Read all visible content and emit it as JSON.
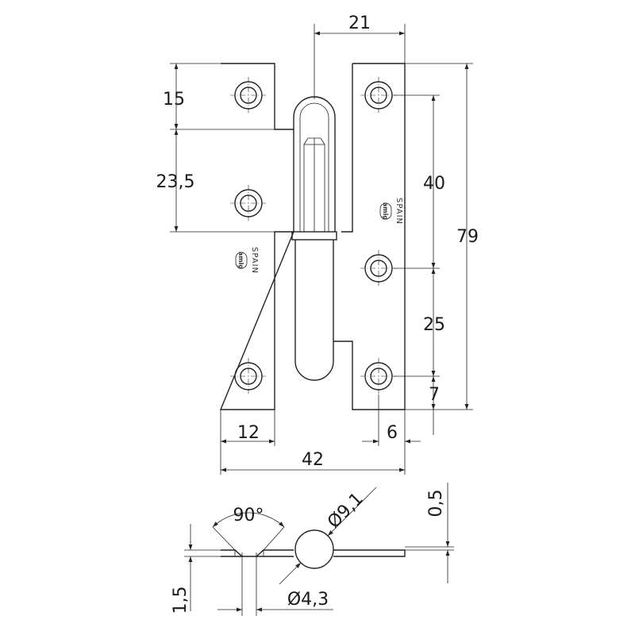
{
  "dimensions": {
    "pin_offset": "21",
    "leaf_top": "15",
    "knuckle_len": "23,5",
    "hole_spacing_upper": "40",
    "overall_height": "79",
    "hole_spacing_lower": "25",
    "bottom_edge": "7",
    "hole_edge_left": "12",
    "hole_edge_right": "6",
    "overall_width": "42",
    "pin_diameter": "Ø9,1",
    "countersink_angle": "90°",
    "plate_thickness": "0,5",
    "thickness": "1,5",
    "hole_diameter": "Ø4,3"
  },
  "brand": {
    "logo": "amig",
    "origin": "SPAIN"
  }
}
